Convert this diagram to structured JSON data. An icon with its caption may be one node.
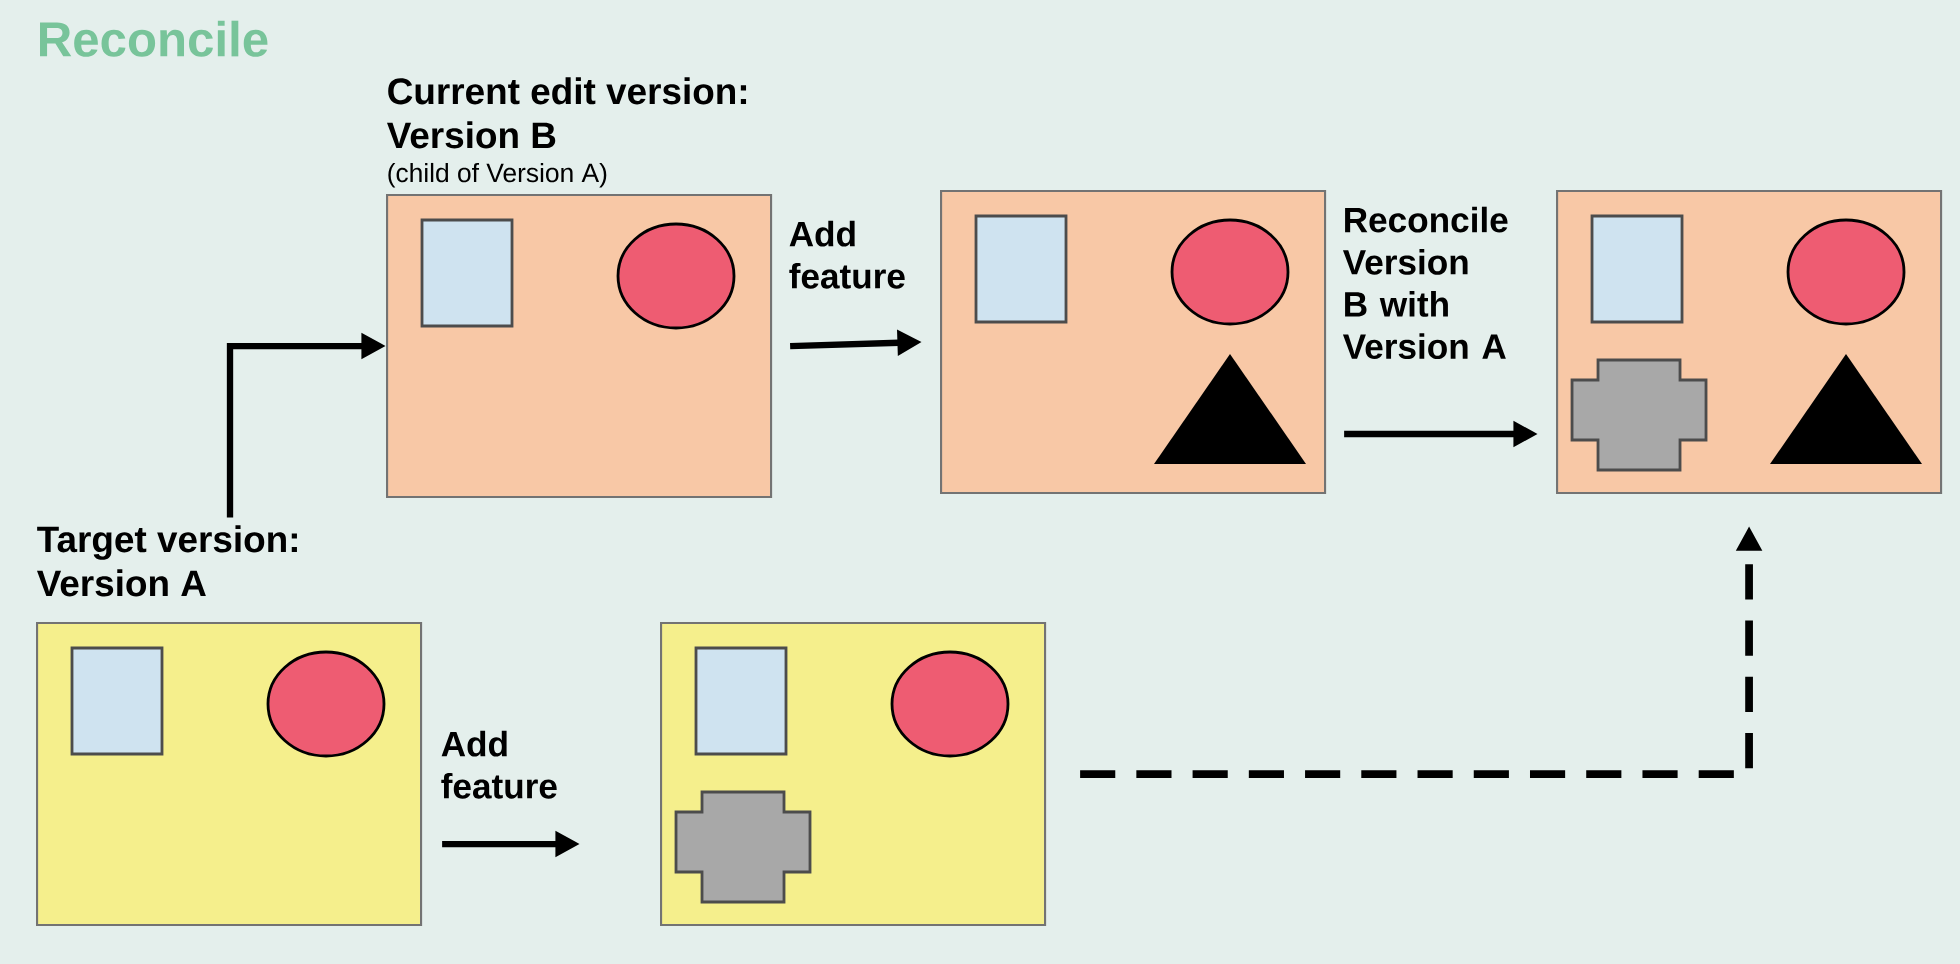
{
  "diagram": {
    "title": "Reconcile",
    "nodes": [
      {
        "text": [
          "Current edit version:",
          "Version B",
          "(child of Version A)"
        ]
      },
      {
        "text": [],
        "shape": "box"
      },
      {
        "text": [],
        "shape": "box"
      },
      {
        "text": [
          "Target version:",
          "Version A"
        ]
      },
      {
        "text": [],
        "shape": "box"
      }
    ],
    "edges": [
      {
        "from": 3,
        "to": 0,
        "arrow": "to"
      },
      {
        "from": 0,
        "to": 1,
        "arrow": "to",
        "label": "Add feature"
      },
      {
        "from": 1,
        "to": 2,
        "arrow": "to",
        "label": "Reconcile Version B with Version A"
      },
      {
        "from": 3,
        "to": 4,
        "arrow": "to",
        "label": "Add feature"
      },
      {
        "from": 4,
        "to": 2,
        "arrow": "to",
        "style": "dashed"
      }
    ]
  }
}
